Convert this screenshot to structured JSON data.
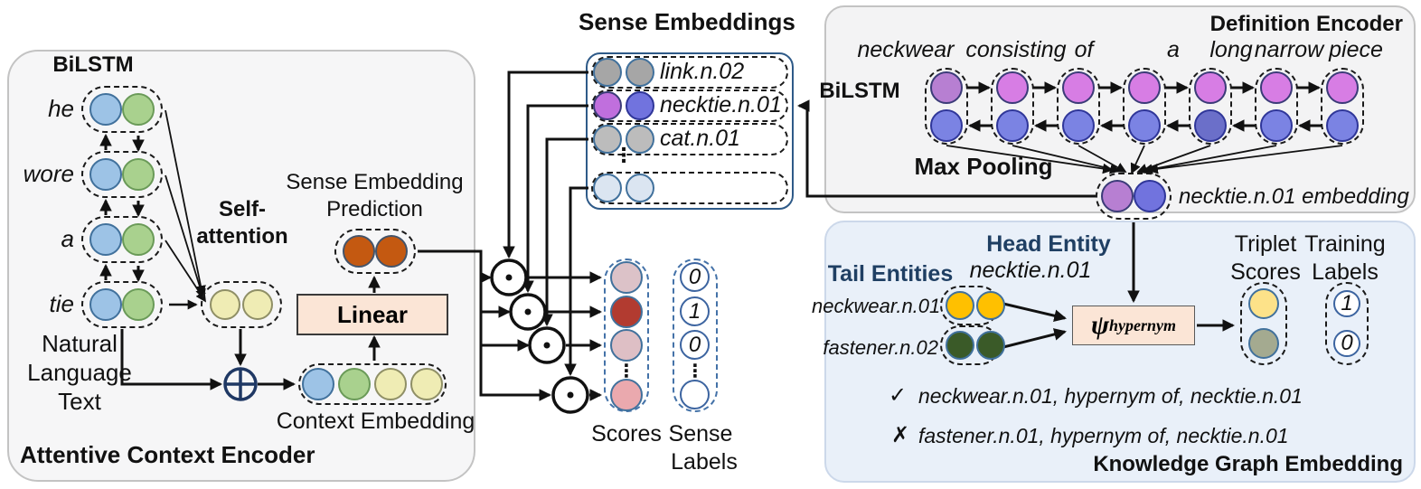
{
  "left_panel": {
    "title": "Attentive Context Encoder",
    "bilstm_label": "BiLSTM",
    "tokens": [
      "he",
      "wore",
      "a",
      "tie"
    ],
    "self_attention": [
      "Self-",
      "attention"
    ],
    "prediction": [
      "Sense Embedding",
      "Prediction"
    ],
    "linear_label": "Linear",
    "natural_language": [
      "Natural",
      "Language",
      "Text"
    ],
    "context_embedding_label": "Context Embedding"
  },
  "sense": {
    "title": "Sense Embeddings",
    "rows": [
      "link.n.02",
      "necktie.n.01",
      "cat.n.01"
    ],
    "ellipsis": "⋮",
    "scores_label": "Scores",
    "sense_labels": [
      "Sense",
      "Labels"
    ],
    "label_values": [
      "0",
      "1",
      "0"
    ]
  },
  "definition": {
    "title": "Definition Encoder",
    "bilstm_label": "BiLSTM",
    "max_pooling_label": "Max Pooling",
    "words": [
      "neckwear",
      "consisting",
      "of",
      "a",
      "long",
      "narrow",
      "piece"
    ],
    "embedding_label": "necktie.n.01 embedding"
  },
  "kge": {
    "title": "Knowledge Graph Embedding",
    "head_entity_label": "Head Entity",
    "head_entity_value": "necktie.n.01",
    "tail_entities_label": "Tail Entities",
    "tail_entities": [
      "neckwear.n.01",
      "fastener.n.02"
    ],
    "psi_symbol": "ψ",
    "psi_subscript": "hypernym",
    "triplet_scores": [
      "Triplet",
      "Scores"
    ],
    "training_labels": [
      "Training",
      "Labels"
    ],
    "training_values": [
      "1",
      "0"
    ],
    "positive_mark": "✓",
    "negative_mark": "✗",
    "positive_triplet": "neckwear.n.01, hypernym of, necktie.n.01",
    "negative_triplet": "fastener.n.01, hypernym of, necktie.n.01"
  },
  "colors": {
    "panel_gray": "#f3f3f4",
    "panel_blue": "#e9f0f9",
    "sense_container_border": "#2e5a88",
    "node_blue": "#9dc3e6",
    "node_green": "#a9d18e",
    "node_yellow": "#efecb4",
    "node_orange": "#c45911",
    "sense_gray": "#a6a6a6",
    "sense_purple": "#c06fdd",
    "sense_violet": "#7173de",
    "score_pink_light": "#dcc2c8",
    "score_dark_red": "#b23b30",
    "score_pink": "#eaa9ae",
    "definition_magenta": "#d77de4",
    "definition_blue": "#7b83e3",
    "entity_yellow": "#ffc000",
    "entity_green": "#3a5a28",
    "triplet_yellow": "#fde289",
    "triplet_olive": "#a4aa90",
    "operator_box_peach": "#fbe5d6",
    "dark_blue_text": "#1f3f63",
    "concat_navy": "#1f3864"
  }
}
